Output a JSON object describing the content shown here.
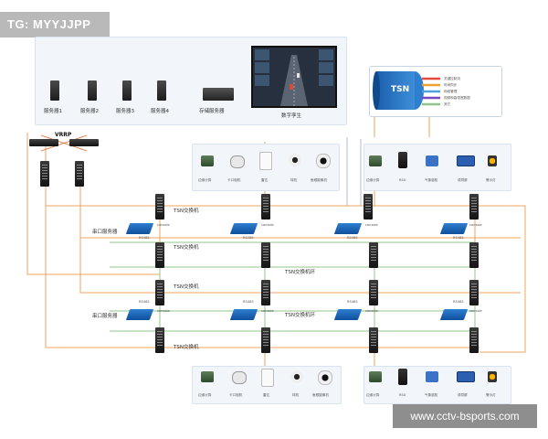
{
  "watermarks": {
    "top_left": "TG: MYYJJPP",
    "bottom_right": "www.cctv-bsports.com"
  },
  "servers": {
    "items": [
      "服务器1",
      "服务器2",
      "服务器3",
      "服务器4"
    ],
    "storage": "存储服务器",
    "twin": "数字孪生"
  },
  "vrrp": "VRRP",
  "tsn_box": {
    "title": "TSN",
    "legend": [
      "关键控制流",
      "时间同步",
      "网络管理",
      "视频和高带宽数据",
      "其它"
    ]
  },
  "device_labels": {
    "top_left": [
      "边缘计算",
      "卡口相机",
      "雷达",
      "球机",
      "鱼眼摄像机"
    ],
    "top_right": [
      "边缘计算",
      "RSU",
      "气象感知",
      "诱导屏",
      "警示灯"
    ],
    "bottom_left": [
      "边缘计算",
      "卡口相机",
      "雷达",
      "球机",
      "鱼眼摄像机"
    ],
    "bottom_right": [
      "边缘计算",
      "RSU",
      "气象感知",
      "诱导屏",
      "警示灯"
    ]
  },
  "network": {
    "tsn_switch": "TSN交换机",
    "serial_server": "串口服务器",
    "ring": "TSN交换机环",
    "console": "console",
    "rs485": "RS485"
  },
  "colors": {
    "orange_link": "#f0a35c",
    "green_link": "#8fc48a",
    "panel_bg": "#f2f6fa",
    "tsn_blue": "#1b5fae"
  }
}
